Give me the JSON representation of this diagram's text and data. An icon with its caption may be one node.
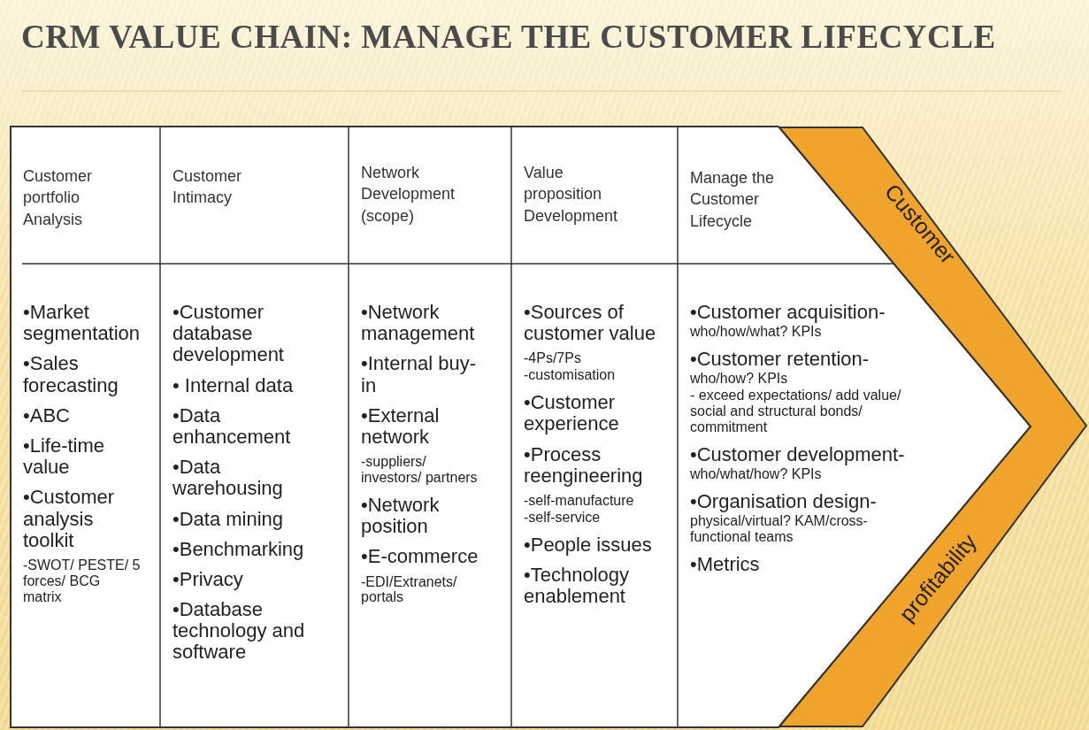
{
  "diagram": {
    "title": "CRM VALUE CHAIN: MANAGE THE CUSTOMER LIFECYCLE",
    "nodes": [
      {
        "text": [
          "Customer portfolio Analysis",
          "•Market segmentation",
          "•Sales forecasting",
          "•ABC",
          "•Life-time value",
          "•Customer analysis toolkit",
          "-SWOT/  PESTE/ 5 forces/ BCG matrix"
        ]
      },
      {
        "text": [
          "Customer Intimacy",
          "•Customer database development",
          "• Internal data",
          "•Data enhancement",
          "•Data warehousing",
          "•Data mining",
          "•Benchmarking",
          "•Privacy",
          "•Database technology and software"
        ]
      },
      {
        "text": [
          "Network Development (scope)",
          "•Network management",
          "•Internal buy-in",
          "•External network",
          "-suppliers/ investors/ partners",
          "•Network position",
          "•E-commerce",
          "-EDI/Extranets/ portals"
        ]
      },
      {
        "text": [
          "Value proposition Development",
          "•Sources of customer value",
          "-4Ps/7Ps",
          "-customisation",
          "•Customer experience",
          "•Process reengineering",
          "-self-manufacture",
          "-self-service",
          "•People issues",
          "•Technology enablement"
        ]
      },
      {
        "text": [
          "Manage the Customer Lifecycle",
          "•Customer acquisition-",
          "who/how/what? KPIs",
          "•Customer retention-",
          "who/how? KPIs",
          "- exceed expectations/ add value/ social and structural bonds/ commitment",
          "•Customer development-",
          "who/what/how? KPIs",
          "•Organisation design-",
          "physical/virtual? KAM/cross-functional teams",
          "•Metrics"
        ]
      },
      {
        "text": [
          "Customer",
          "profitability"
        ]
      }
    ]
  }
}
